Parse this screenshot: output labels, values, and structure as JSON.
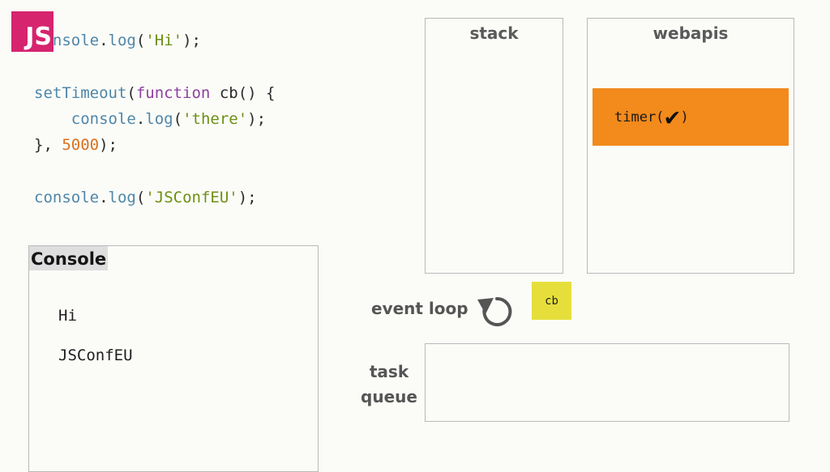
{
  "logo": {
    "text": "JS"
  },
  "code": {
    "line1": {
      "obj": "console",
      "method": "log",
      "arg": "'Hi'"
    },
    "line2": {
      "call": "setTimeout",
      "keyword": "function",
      "name": "cb"
    },
    "line3": {
      "obj": "console",
      "method": "log",
      "arg": "'there'"
    },
    "line4": {
      "delay": "5000"
    },
    "line5": {
      "obj": "console",
      "method": "log",
      "arg": "'JSConfEU'"
    }
  },
  "console_panel": {
    "title": "Console",
    "lines": [
      "Hi",
      "JSConfEU"
    ]
  },
  "stack": {
    "title": "stack"
  },
  "webapis": {
    "title": "webapis",
    "timer": {
      "name": "timer(",
      "check": "✔",
      "close": ")"
    }
  },
  "event_loop": {
    "label": "event loop",
    "icon": "refresh-icon"
  },
  "queued_callback": {
    "label": "cb"
  },
  "task_queue": {
    "label_line1": "task",
    "label_line2": "queue"
  },
  "colors": {
    "logo_bg": "#d6246e",
    "timer_bg": "#f28a1c",
    "callback_bg": "#e6df3b",
    "code_function": "#4f86a8",
    "code_string": "#6d8f12",
    "code_keyword": "#8e3fa0",
    "code_number": "#d9701e"
  }
}
